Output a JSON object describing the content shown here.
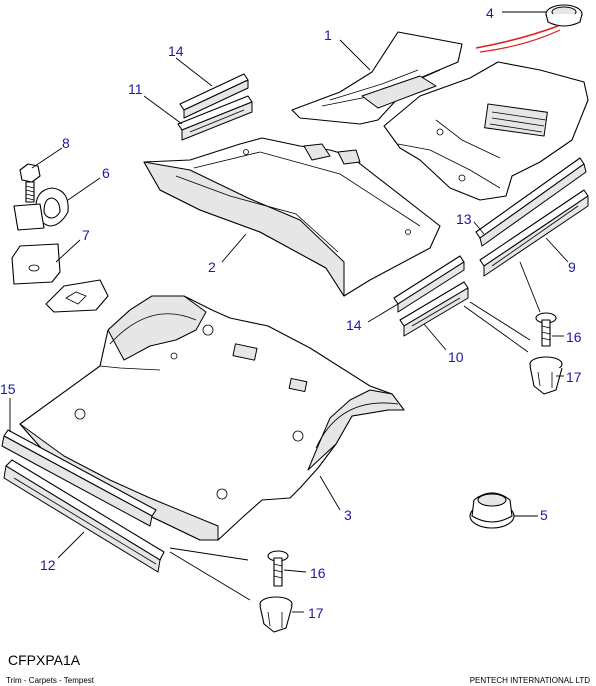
{
  "diagram_code": "CFPXPA1A",
  "diagram_title": "Trim - Carpets - Tempest",
  "company": "PENTECH INTERNATIONAL LTD",
  "callout_color": "#1a1aa6",
  "highlight_color": "#e0201c",
  "callouts": [
    "4",
    "1",
    "14",
    "11",
    "8",
    "6",
    "7",
    "2",
    "13",
    "9",
    "14",
    "10",
    "16",
    "17",
    "15",
    "3",
    "5",
    "12",
    "16",
    "17"
  ]
}
